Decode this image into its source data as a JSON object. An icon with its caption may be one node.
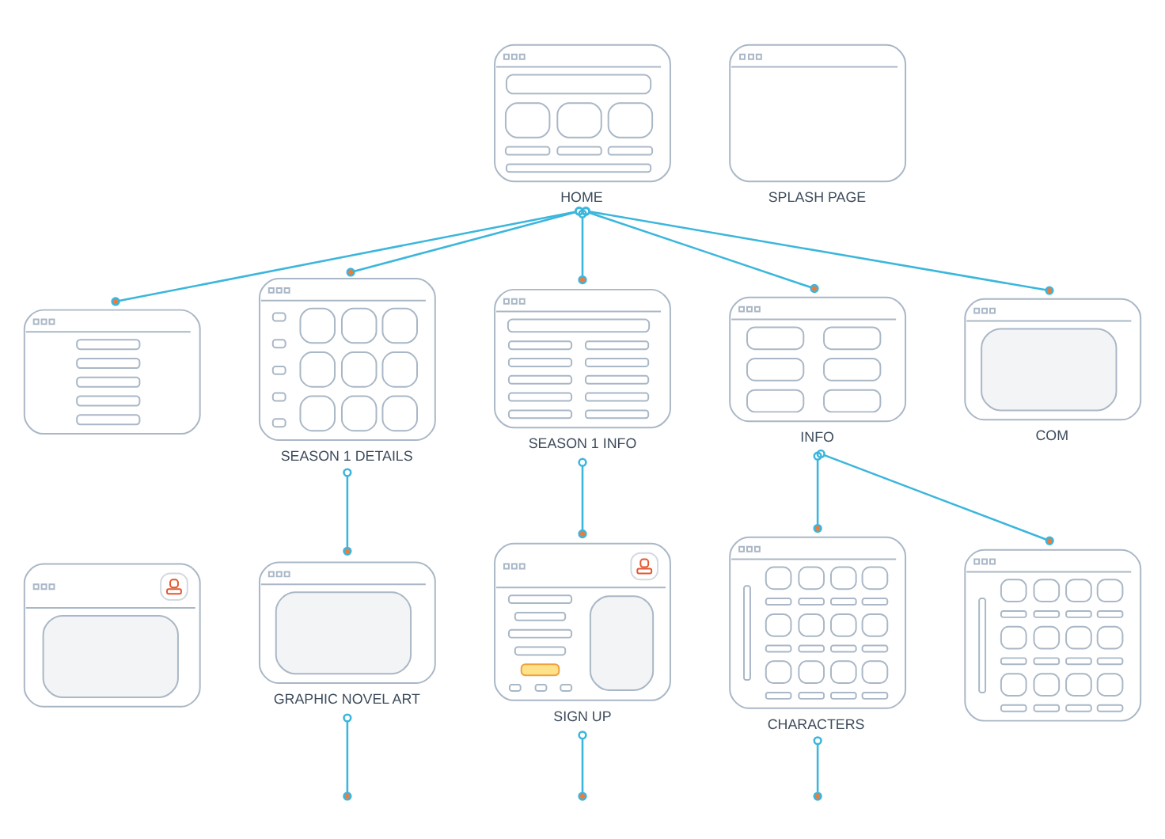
{
  "diagram": {
    "nodes": [
      {
        "text": [
          "HOME"
        ]
      },
      {
        "text": [
          "SPLASH PAGE"
        ]
      },
      {
        "text": [],
        "shape": "box"
      },
      {
        "text": [
          "SEASON 1 DETAILS"
        ]
      },
      {
        "text": [
          "SEASON 1 INFO"
        ]
      },
      {
        "text": [
          "INFO"
        ]
      },
      {
        "text": [
          "COM"
        ]
      },
      {
        "text": [],
        "shape": "box"
      },
      {
        "text": [
          "GRAPHIC NOVEL ART"
        ]
      },
      {
        "text": [
          "SIGN UP"
        ]
      },
      {
        "text": [
          "CHARACTERS"
        ]
      },
      {
        "text": [],
        "shape": "box"
      }
    ],
    "edges": [
      {
        "from": 0,
        "to": 2,
        "arrow": "other"
      },
      {
        "from": 0,
        "to": 3,
        "arrow": "other"
      },
      {
        "from": 0,
        "to": 4,
        "arrow": "other"
      },
      {
        "from": 0,
        "to": 5,
        "arrow": "other"
      },
      {
        "from": 0,
        "to": 6,
        "arrow": "other"
      },
      {
        "from": 3,
        "to": 8,
        "arrow": "other"
      },
      {
        "from": 4,
        "to": 9,
        "arrow": "other"
      },
      {
        "from": 5,
        "to": 10,
        "arrow": "other"
      },
      {
        "from": 5,
        "to": 11,
        "arrow": "other"
      },
      {
        "from": 8,
        "to": null,
        "arrow": "other"
      },
      {
        "from": 9,
        "to": null,
        "arrow": "other"
      },
      {
        "from": 10,
        "to": null,
        "arrow": "other"
      }
    ]
  }
}
